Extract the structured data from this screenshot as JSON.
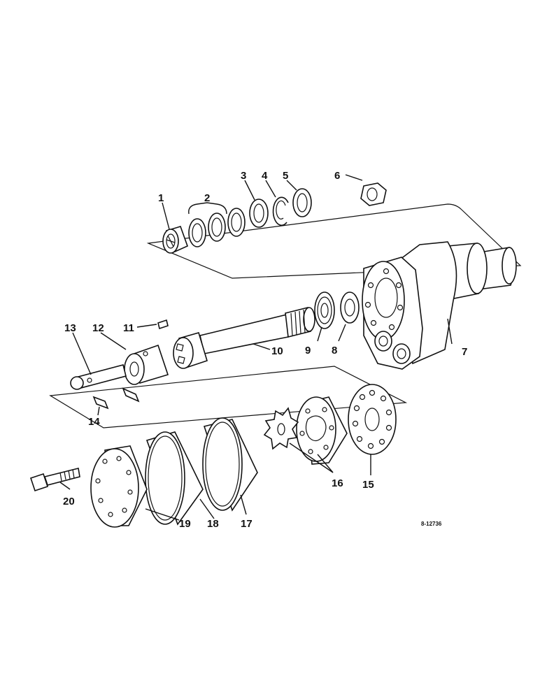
{
  "diagram": {
    "reference_code": "8-12736",
    "callouts": [
      {
        "id": "c1",
        "text": "1"
      },
      {
        "id": "c2",
        "text": "2"
      },
      {
        "id": "c3",
        "text": "3"
      },
      {
        "id": "c4",
        "text": "4"
      },
      {
        "id": "c5",
        "text": "5"
      },
      {
        "id": "c6",
        "text": "6"
      },
      {
        "id": "c7",
        "text": "7"
      },
      {
        "id": "c8",
        "text": "8"
      },
      {
        "id": "c9",
        "text": "9"
      },
      {
        "id": "c10",
        "text": "10"
      },
      {
        "id": "c11",
        "text": "11"
      },
      {
        "id": "c12",
        "text": "12"
      },
      {
        "id": "c13",
        "text": "13"
      },
      {
        "id": "c14",
        "text": "14"
      },
      {
        "id": "c15",
        "text": "15"
      },
      {
        "id": "c16",
        "text": "16"
      },
      {
        "id": "c17",
        "text": "17"
      },
      {
        "id": "c18",
        "text": "18"
      },
      {
        "id": "c19",
        "text": "19"
      },
      {
        "id": "c20",
        "text": "20"
      }
    ]
  }
}
